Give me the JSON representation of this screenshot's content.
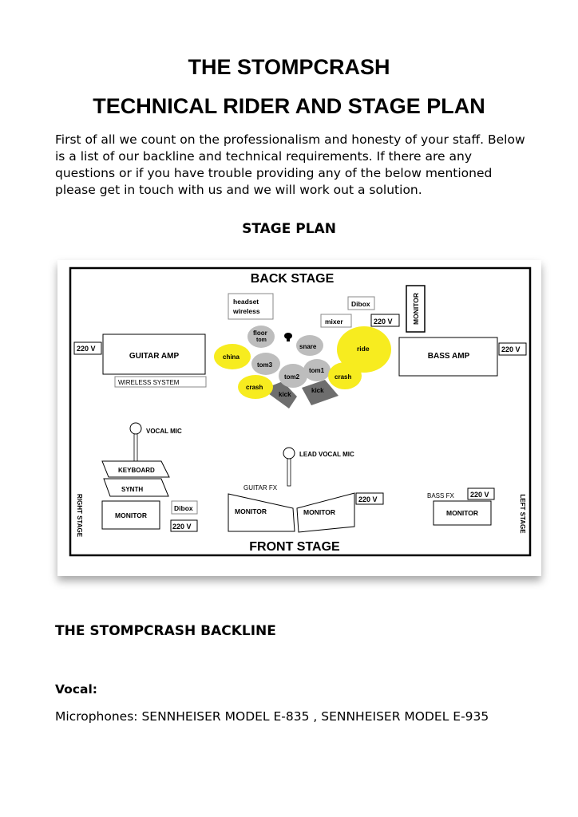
{
  "header": {
    "title": "THE STOMPCRASH",
    "subtitle": "TECHNICAL RIDER AND STAGE PLAN",
    "intro": "First of all we count on the professionalism and honesty of your staff. Below is a list of our backline and technical requirements. If there are any questions or if you have trouble providing any of the below mentioned please get in touch with us and we will work out a solution."
  },
  "stage_plan": {
    "heading": "STAGE PLAN",
    "labels": {
      "back_stage": "BACK STAGE",
      "front_stage": "FRONT STAGE",
      "right_stage": "RIGHT STAGE",
      "left_stage": "LEFT STAGE",
      "headset": "headset",
      "wireless": "wireless",
      "dibox": "Dibox",
      "mixer": "mixer",
      "v220": "220 V",
      "monitor": "MONITOR",
      "guitar_amp": "GUITAR AMP",
      "bass_amp": "BASS AMP",
      "wireless_system": "WIRELESS SYSTEM",
      "vocal_mic": "VOCAL MIC",
      "lead_vocal_mic": "LEAD VOCAL MIC",
      "keyboard": "KEYBOARD",
      "synth": "SYNTH",
      "guitar_fx": "GUITAR FX",
      "bass_fx": "BASS FX"
    },
    "drums": {
      "floor": "floor",
      "floor_tom": "tom",
      "snare": "snare",
      "ride": "ride",
      "china": "china",
      "tom3": "tom3",
      "tom2": "tom2",
      "tom1": "tom1",
      "crash": "crash",
      "kick": "kick"
    },
    "colors": {
      "cymbal": "#f7ec1f",
      "drum": "#bdbdbd",
      "kick": "#6e6e6e"
    }
  },
  "backline": {
    "heading": "THE STOMPCRASH BACKLINE",
    "vocal_title": "Vocal:",
    "microphones": "Microphones: SENNHEISER MODEL E-835 , SENNHEISER MODEL E-935"
  }
}
